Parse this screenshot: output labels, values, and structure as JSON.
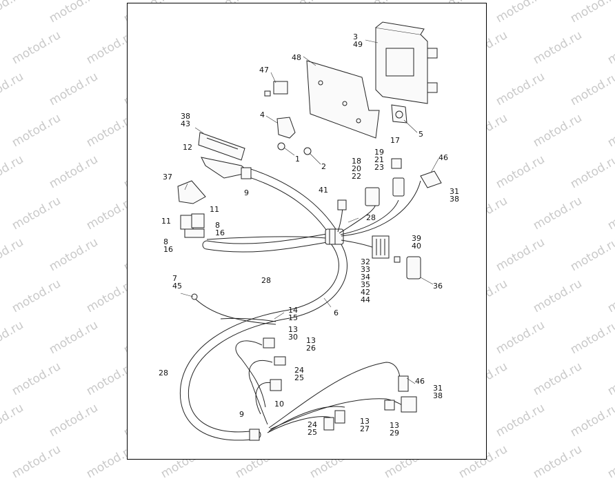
{
  "watermark": "motod.ru",
  "colors": {
    "ink": "#111111",
    "watermark": "#c9c9c9",
    "background": "#ffffff"
  },
  "callouts": [
    {
      "id": "c-3-49",
      "lines": [
        "3",
        "49"
      ]
    },
    {
      "id": "c-48",
      "lines": [
        "48"
      ]
    },
    {
      "id": "c-47",
      "lines": [
        "47"
      ]
    },
    {
      "id": "c-4",
      "lines": [
        "4"
      ]
    },
    {
      "id": "c-5",
      "lines": [
        "5"
      ]
    },
    {
      "id": "c-38-43",
      "lines": [
        "38",
        "43"
      ]
    },
    {
      "id": "c-12",
      "lines": [
        "12"
      ]
    },
    {
      "id": "c-1",
      "lines": [
        "1"
      ]
    },
    {
      "id": "c-2",
      "lines": [
        "2"
      ]
    },
    {
      "id": "c-17",
      "lines": [
        "17"
      ]
    },
    {
      "id": "c-46-top",
      "lines": [
        "46"
      ]
    },
    {
      "id": "c-19-21-23",
      "lines": [
        "19",
        "21",
        "23"
      ]
    },
    {
      "id": "c-18-20-22",
      "lines": [
        "18",
        "20",
        "22"
      ]
    },
    {
      "id": "c-31-38-top",
      "lines": [
        "31",
        "38"
      ]
    },
    {
      "id": "c-37",
      "lines": [
        "37"
      ]
    },
    {
      "id": "c-9-top",
      "lines": [
        "9"
      ]
    },
    {
      "id": "c-41",
      "lines": [
        "41"
      ]
    },
    {
      "id": "c-11-right",
      "lines": [
        "11"
      ]
    },
    {
      "id": "c-11-left",
      "lines": [
        "11"
      ]
    },
    {
      "id": "c-8-16-right",
      "lines": [
        "8",
        "16"
      ]
    },
    {
      "id": "c-8-16-left",
      "lines": [
        "8",
        "16"
      ]
    },
    {
      "id": "c-28-top",
      "lines": [
        "28"
      ]
    },
    {
      "id": "c-39-40",
      "lines": [
        "39",
        "40"
      ]
    },
    {
      "id": "c-32-35-42-44",
      "lines": [
        "32",
        "33",
        "34",
        "35",
        "42",
        "44"
      ]
    },
    {
      "id": "c-36",
      "lines": [
        "36"
      ]
    },
    {
      "id": "c-7-45",
      "lines": [
        "7",
        "45"
      ]
    },
    {
      "id": "c-28-mid",
      "lines": [
        "28"
      ]
    },
    {
      "id": "c-6",
      "lines": [
        "6"
      ]
    },
    {
      "id": "c-14-15",
      "lines": [
        "14",
        "15"
      ]
    },
    {
      "id": "c-13-30",
      "lines": [
        "13",
        "30"
      ]
    },
    {
      "id": "c-13-26",
      "lines": [
        "13",
        "26"
      ]
    },
    {
      "id": "c-28-left",
      "lines": [
        "28"
      ]
    },
    {
      "id": "c-24-25-upper",
      "lines": [
        "24",
        "25"
      ]
    },
    {
      "id": "c-46-bottom",
      "lines": [
        "46"
      ]
    },
    {
      "id": "c-31-38-bottom",
      "lines": [
        "31",
        "38"
      ]
    },
    {
      "id": "c-10",
      "lines": [
        "10"
      ]
    },
    {
      "id": "c-9-bottom",
      "lines": [
        "9"
      ]
    },
    {
      "id": "c-24-25-lower",
      "lines": [
        "24",
        "25"
      ]
    },
    {
      "id": "c-13-27",
      "lines": [
        "13",
        "27"
      ]
    },
    {
      "id": "c-13-29",
      "lines": [
        "13",
        "29"
      ]
    }
  ]
}
